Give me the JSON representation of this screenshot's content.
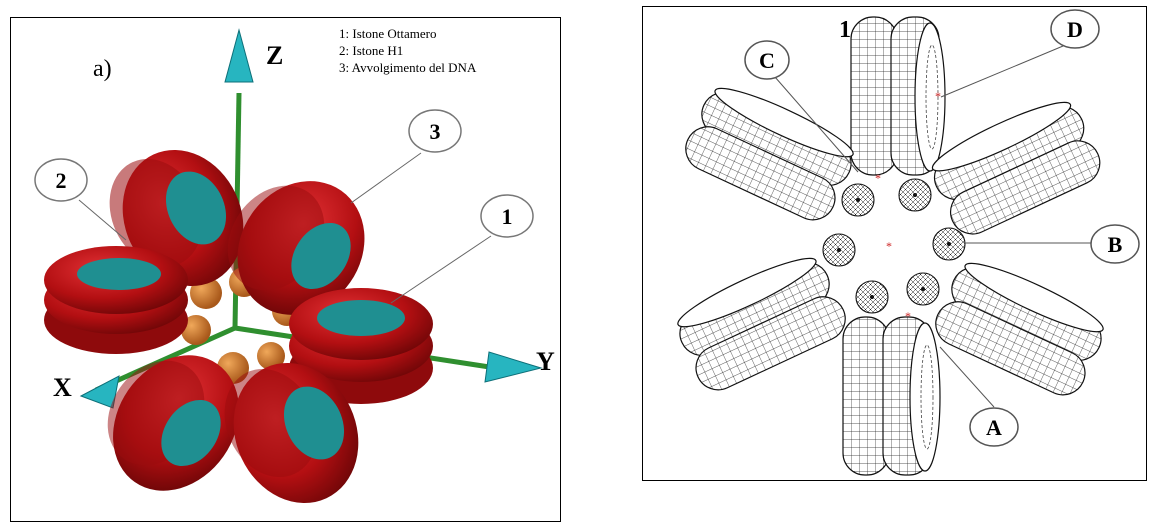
{
  "panel_a": {
    "letter": "a)",
    "legend": [
      "1: Istone Ottamero",
      "2: Istone H1",
      "3: Avvolgimento del DNA"
    ],
    "axes": {
      "x": "X",
      "y": "Y",
      "z": "Z"
    },
    "callouts": [
      "2",
      "3",
      "1"
    ],
    "colors": {
      "torus": "#b30f12",
      "core": "#1f8f91",
      "axis": "#2f8f2f",
      "arrow": "#27b5c0",
      "sphere": "#c9782a"
    }
  },
  "panel_b": {
    "top_number": "1",
    "callouts": [
      "C",
      "D",
      "B",
      "A"
    ],
    "colors": {
      "marker": "#cc2222",
      "mesh": "#222222"
    }
  }
}
